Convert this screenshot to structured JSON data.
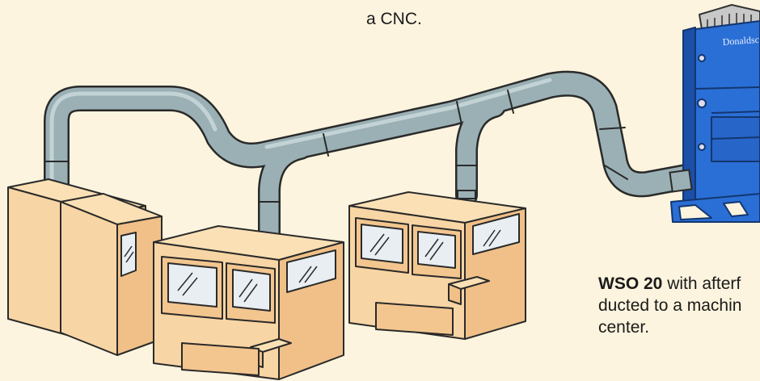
{
  "captions": {
    "top": "a CNC.",
    "side_bold": "WSO 20",
    "side_line1_rest": " with afterf",
    "side_line2": "ducted to a machin",
    "side_line3": "center."
  },
  "collector": {
    "brand_text": "Donaldsc"
  },
  "colors": {
    "background": "#fcf4de",
    "machine_body": "#f8d5a4",
    "machine_shade": "#f0c088",
    "duct": "#9ab0b4",
    "duct_highlight": "#c3d3d5",
    "collector_blue": "#2a6fd6",
    "collector_dark": "#1b4fa8",
    "outline": "#2a2a2a"
  },
  "icons": [
    "ductwork",
    "cnc-machine",
    "dust-collector"
  ]
}
